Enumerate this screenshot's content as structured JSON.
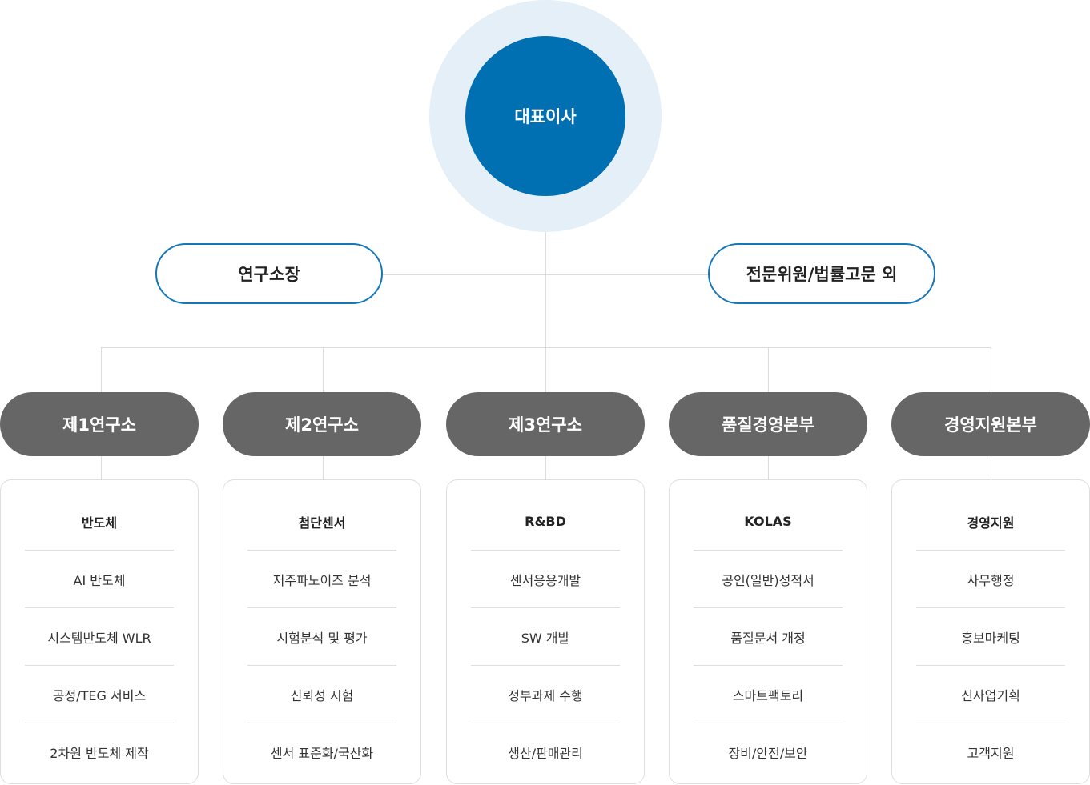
{
  "ceo": {
    "label": "대표이사"
  },
  "advisors": {
    "left": "연구소장",
    "right": "전문위원/법률고문 외"
  },
  "departments": [
    {
      "name": "제1연구소",
      "items": [
        "반도체",
        "AI 반도체",
        "시스템반도체 WLR",
        "공정/TEG 서비스",
        "2차원 반도체 제작"
      ]
    },
    {
      "name": "제2연구소",
      "items": [
        "첨단센서",
        "저주파노이즈 분석",
        "시험분석 및 평가",
        "신뢰성 시험",
        "센서 표준화/국산화"
      ]
    },
    {
      "name": "제3연구소",
      "items": [
        "R&BD",
        "센서응용개발",
        "SW 개발",
        "정부과제 수행",
        "생산/판매관리"
      ]
    },
    {
      "name": "품질경영본부",
      "items": [
        "KOLAS",
        "공인(일반)성적서",
        "품질문서 개정",
        "스마트팩토리",
        "장비/안전/보안"
      ]
    },
    {
      "name": "경영지원본부",
      "items": [
        "경영지원",
        "사무행정",
        "홍보마케팅",
        "신사업기획",
        "고객지원"
      ]
    }
  ],
  "colors": {
    "ceo": "#0070b3",
    "halo": "#e4eff8",
    "dept": "#666666",
    "outline": "#1577b8",
    "line": "#dcdcdc"
  }
}
